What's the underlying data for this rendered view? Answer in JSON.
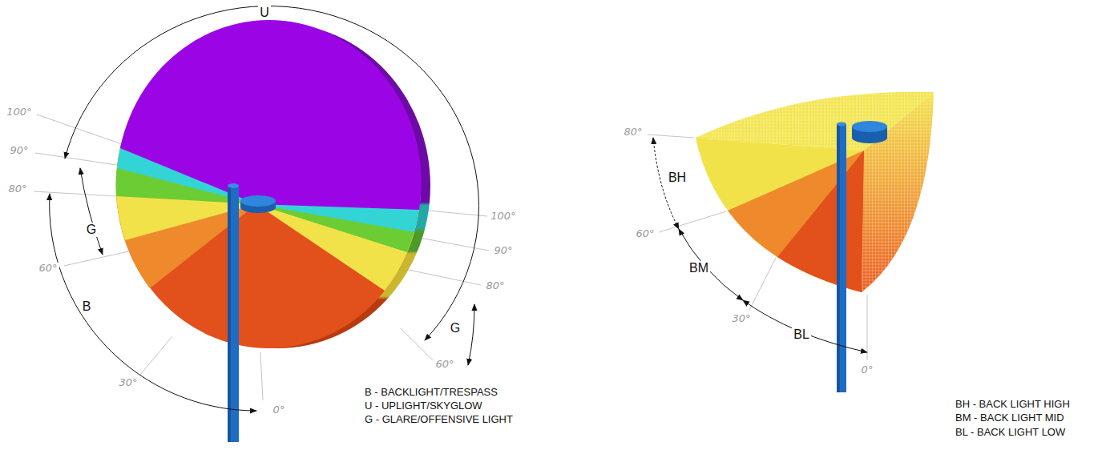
{
  "diagram": {
    "labels": [
      "U",
      "100°",
      "90°",
      "80°",
      "G",
      "60°",
      "B",
      "30°",
      "0°",
      "100°",
      "90°",
      "80°",
      "G",
      "60°",
      "B - BACKLIGHT/TRESPASS",
      "U - UPLIGHT/SKYGLOW",
      "G - GLARE/OFFENSIVE LIGHT",
      "80°",
      "BH",
      "60°",
      "BM",
      "30°",
      "BL",
      "0°",
      "BH - BACK LIGHT HIGH",
      "BM - BACK LIGHT MID",
      "BL - BACK LIGHT LOW"
    ]
  }
}
